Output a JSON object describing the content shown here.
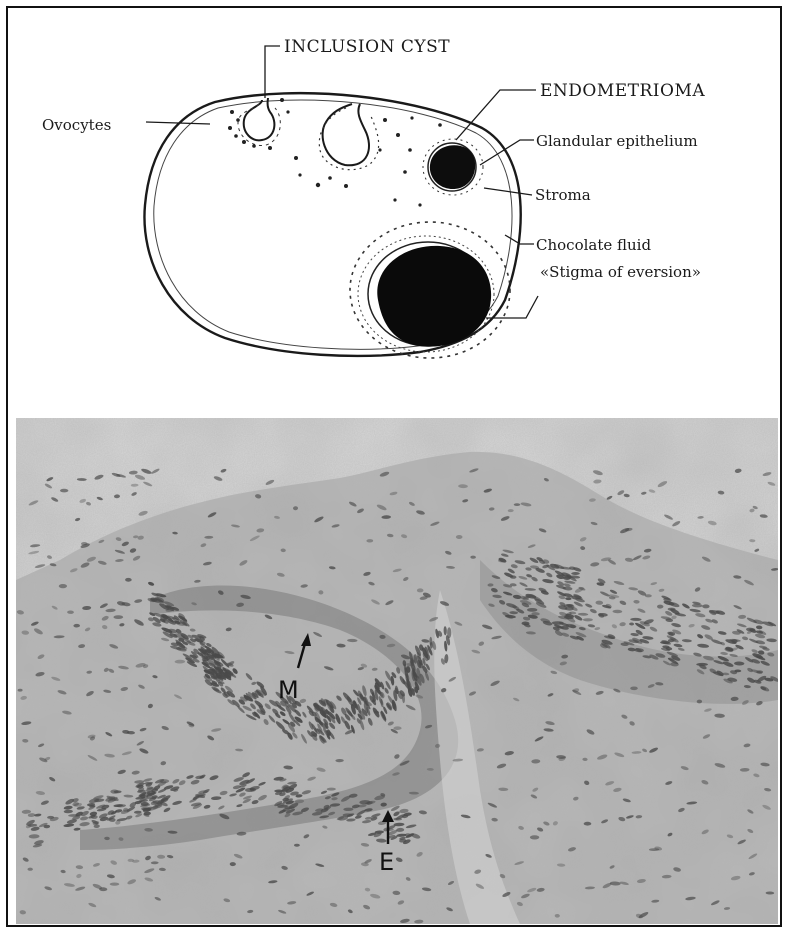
{
  "diagram": {
    "labels": {
      "inclusion_cyst": "INCLUSION CYST",
      "endometrioma": "ENDOMETRIOMA",
      "ovocytes": "Ovocytes",
      "glandular_epithelium": "Glandular epithelium",
      "stroma": "Stroma",
      "chocolate_fluid": "Chocolate fluid",
      "stigma_of_eversion": "«Stigma of eversion»"
    }
  },
  "micrograph": {
    "markers": {
      "m": "M",
      "e": "E"
    },
    "colors": {
      "background": "#b9b9b9",
      "light_top": "#dcdcdc",
      "nuclei": "#4a4a4a"
    }
  }
}
